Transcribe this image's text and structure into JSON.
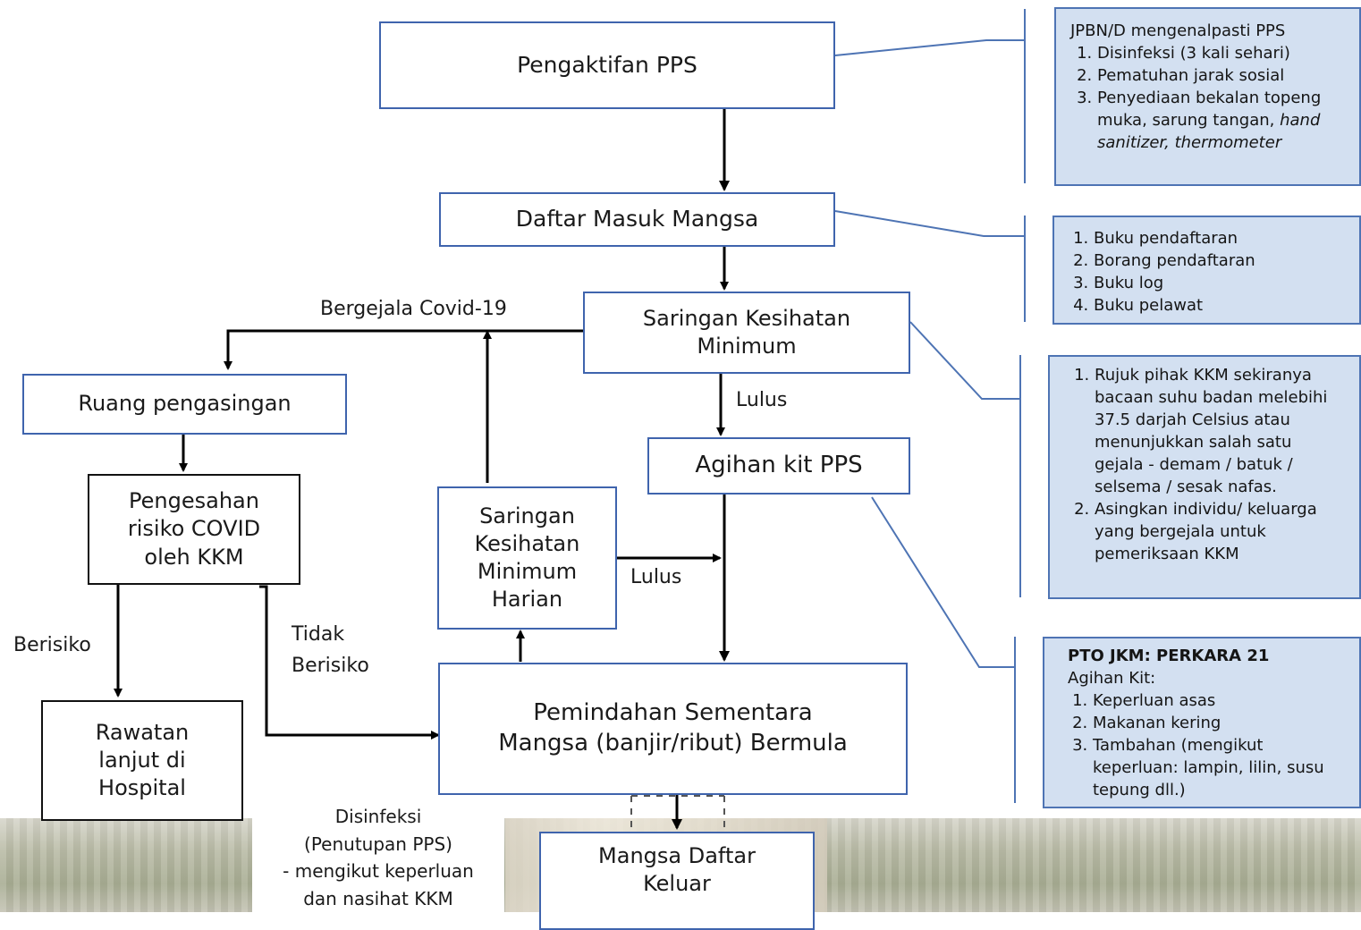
{
  "boxes": {
    "pengaktifan": "Pengaktifan PPS",
    "daftar_masuk": "Daftar Masuk Mangsa",
    "saringan_minimum": "Saringan Kesihatan\nMinimum",
    "agihan_kit": "Agihan kit PPS",
    "ruang_pengasingan": "Ruang pengasingan",
    "pengesahan": "Pengesahan\nrisiko COVID\noleh KKM",
    "saringan_harian": "Saringan\nKesihatan\nMinimum\nHarian",
    "pemindahan": "Pemindahan Sementara\nMangsa (banjir/ribut) Bermula",
    "rawatan": "Rawatan\nlanjut di\nHospital",
    "daftar_keluar": "Mangsa Daftar\nKeluar"
  },
  "labels": {
    "bergejala": "Bergejala Covid-19",
    "lulus_1": "Lulus",
    "lulus_2": "Lulus",
    "berisiko": "Berisiko",
    "tidak_berisiko": "Tidak\nBerisiko",
    "disinfeksi": "Disinfeksi\n(Penutupan PPS)\n- mengikut keperluan\ndan nasihat KKM"
  },
  "notes": {
    "note1": {
      "header": "JPBN/D mengenalpasti PPS",
      "items": [
        "Disinfeksi (3 kali sehari)",
        "Pematuhan jarak sosial"
      ],
      "item3_plain": "Penyediaan bekalan topeng muka, sarung tangan, ",
      "item3_italic": "hand sanitizer, thermometer"
    },
    "note2": {
      "items": [
        "Buku pendaftaran",
        "Borang pendaftaran",
        "Buku log",
        "Buku pelawat"
      ]
    },
    "note3": {
      "items": [
        "Rujuk pihak KKM sekiranya bacaan suhu badan melebihi 37.5 darjah Celsius atau menunjukkan salah satu gejala - demam / batuk / selsema / sesak nafas.",
        "Asingkan individu/ keluarga yang bergejala untuk pemeriksaan KKM"
      ]
    },
    "note4": {
      "header": "PTO JKM: PERKARA 21",
      "subheader": "Agihan Kit:",
      "items": [
        "Keperluan asas",
        "Makanan kering",
        "Tambahan (mengikut keperluan: lampin, lilin, susu tepung dll.)"
      ]
    }
  },
  "colors": {
    "box_border_blue": "#3f64ad",
    "note_fill": "#d3e0f1",
    "connector_blue": "#4e74b4",
    "arrow": "#000000"
  }
}
